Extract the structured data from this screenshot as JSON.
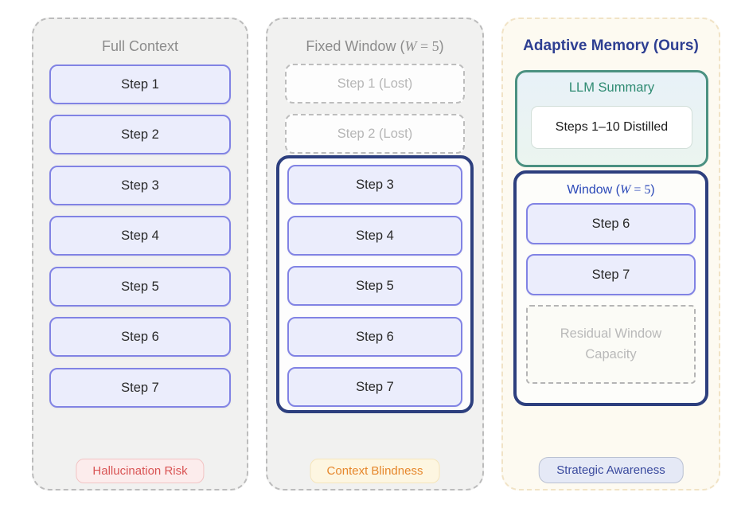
{
  "panels": {
    "full_context": {
      "title": "Full Context",
      "steps": [
        "Step 1",
        "Step 2",
        "Step 3",
        "Step 4",
        "Step 5",
        "Step 6",
        "Step 7"
      ],
      "badge": "Hallucination Risk"
    },
    "fixed_window": {
      "title_prefix": "Fixed Window (",
      "math_var": "W",
      "math_eq": " = ",
      "math_val": "5",
      "title_suffix": ")",
      "lost_steps": [
        "Step 1 (Lost)",
        "Step 2 (Lost)"
      ],
      "window_steps": [
        "Step 3",
        "Step 4",
        "Step 5",
        "Step 6",
        "Step 7"
      ],
      "badge": "Context Blindness"
    },
    "adaptive_memory": {
      "title": "Adaptive Memory (Ours)",
      "llm_summary": {
        "title": "LLM Summary",
        "content": "Steps 1–10 Distilled"
      },
      "window": {
        "label_prefix": "Window (",
        "math_var": "W",
        "math_eq": " = ",
        "math_val": "5",
        "label_suffix": ")",
        "steps": [
          "Step 6",
          "Step 7"
        ],
        "residual": "Residual Window Capacity"
      },
      "badge": "Strategic Awareness"
    }
  },
  "colors": {
    "panel_gray_bg": "#f1f1f0",
    "panel_cream_bg": "#fdfaf1",
    "step_border": "#8183e4",
    "step_fill": "#ebedfc",
    "navy_border": "#2d3f7e",
    "teal_border": "#4b9181",
    "teal_text": "#2e8b72",
    "adaptive_title": "#2e3f92",
    "window_label_blue": "#2b49b8",
    "risk_red": "#d95454",
    "blindness_orange": "#e6872c",
    "awareness_navy": "#3a4a9e"
  }
}
